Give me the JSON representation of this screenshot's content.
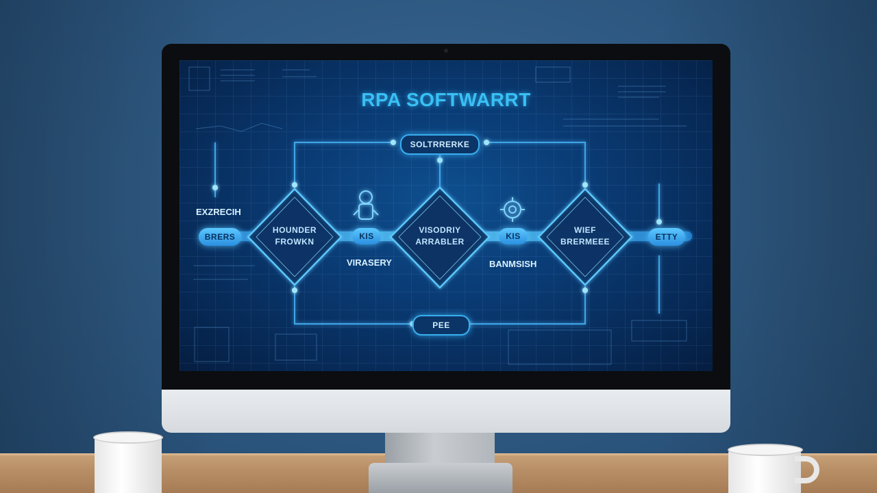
{
  "screen": {
    "title": "RPA SOFTWARRT",
    "top_node": "SOLTRRERKE",
    "bottom_node": "PEE",
    "left_tag": "BRERS",
    "right_tag": "ETTY",
    "left_side_label": "EXZRECIH",
    "mid_tag_left": "KIS",
    "mid_tag_right": "KIS",
    "nodes": [
      {
        "line1": "HOUNDER",
        "line2": "FROWKN"
      },
      {
        "line1": "VISODRIY",
        "line2": "ARRABLER"
      },
      {
        "line1": "WIEF",
        "line2": "BRERMEEE"
      }
    ],
    "label_below_left": "VIRASERY",
    "label_below_right": "BANMSISH"
  },
  "colors": {
    "accent": "#39c0f5",
    "screen_bg": "#0a3b74",
    "wall": "#2f5a83",
    "desk": "#b88f66"
  }
}
